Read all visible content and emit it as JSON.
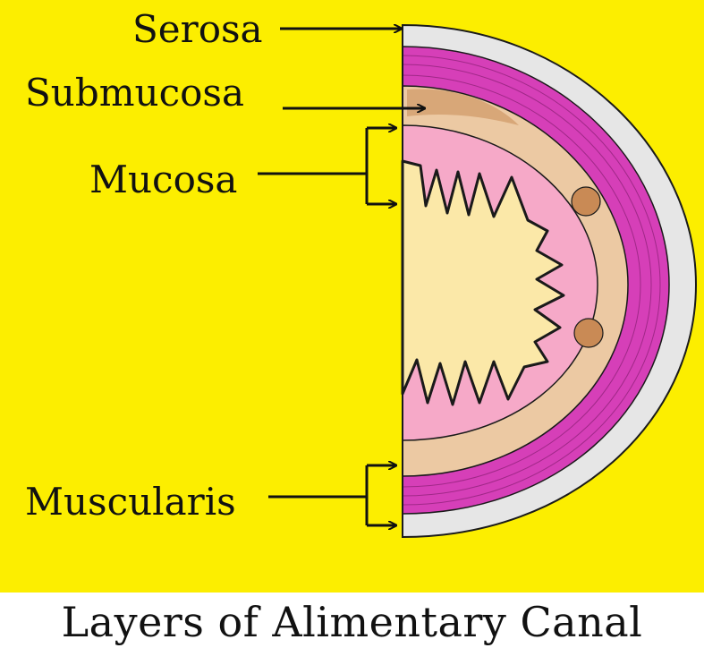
{
  "labels": {
    "serosa": "Serosa",
    "submucosa": "Submucosa",
    "mucosa": "Mucosa",
    "muscularis": "Muscularis"
  },
  "caption": "Layers of Alimentary Canal",
  "colors": {
    "background": "#fcee00",
    "serosa_band": "#e8e8e8",
    "muscularis": "#d63fb8",
    "submucosa": "#ecc9a3",
    "submucosa_shade": "#c98a55",
    "mucosa": "#f6a9c8",
    "lumen": "#fbe8a8",
    "outline": "#1a1a1a"
  },
  "icons": [
    "arrow-icon",
    "bracket-icon"
  ]
}
